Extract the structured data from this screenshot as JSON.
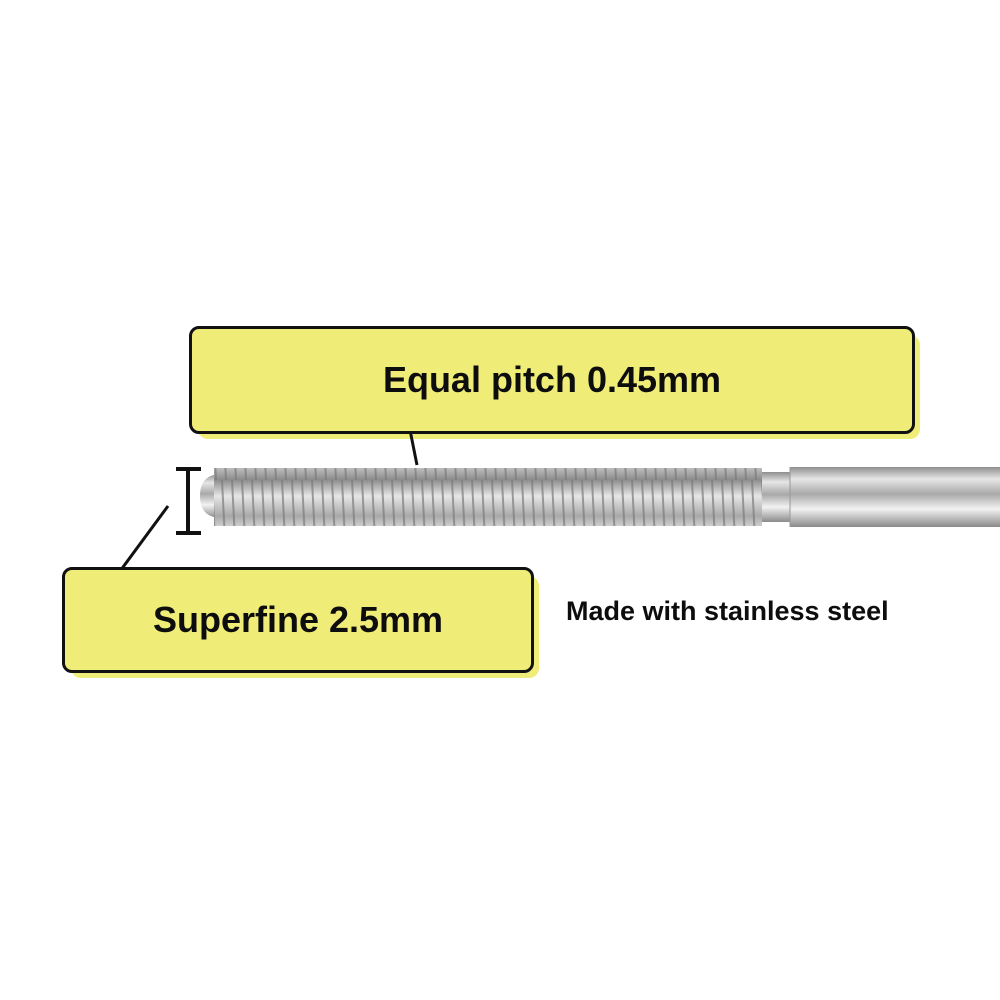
{
  "labels": {
    "pitch": "Equal pitch 0.45mm",
    "diameter": "Superfine 2.5mm",
    "material": "Made with stainless steel"
  },
  "colors": {
    "label_fill": "#f0ec78",
    "label_border": "#111111",
    "text": "#0d0d0d",
    "steel": "#c8c8c8"
  },
  "icons": {
    "diameter_marker": "i-beam-dimension-icon"
  }
}
